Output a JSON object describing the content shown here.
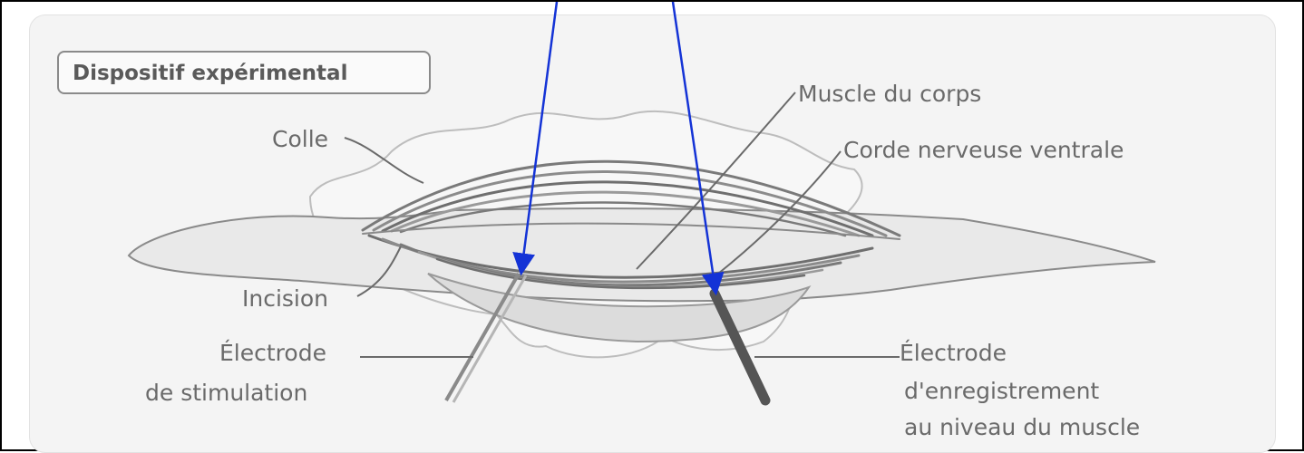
{
  "diagram": {
    "title": "Dispositif expérimental",
    "labels": {
      "colle": "Colle",
      "incision": "Incision",
      "electrode_stim_line1": "Électrode",
      "electrode_stim_line2": "de stimulation",
      "muscle": "Muscle du corps",
      "corde": "Corde nerveuse ventrale",
      "electrode_rec_line1": "Électrode",
      "electrode_rec_line2": "d'enregistrement",
      "electrode_rec_line3": "au niveau du muscle"
    },
    "colors": {
      "frame": "#000000",
      "arrows": "#1433d6",
      "panel": "#f4f4f4",
      "ink": "#6a6a6a"
    }
  }
}
